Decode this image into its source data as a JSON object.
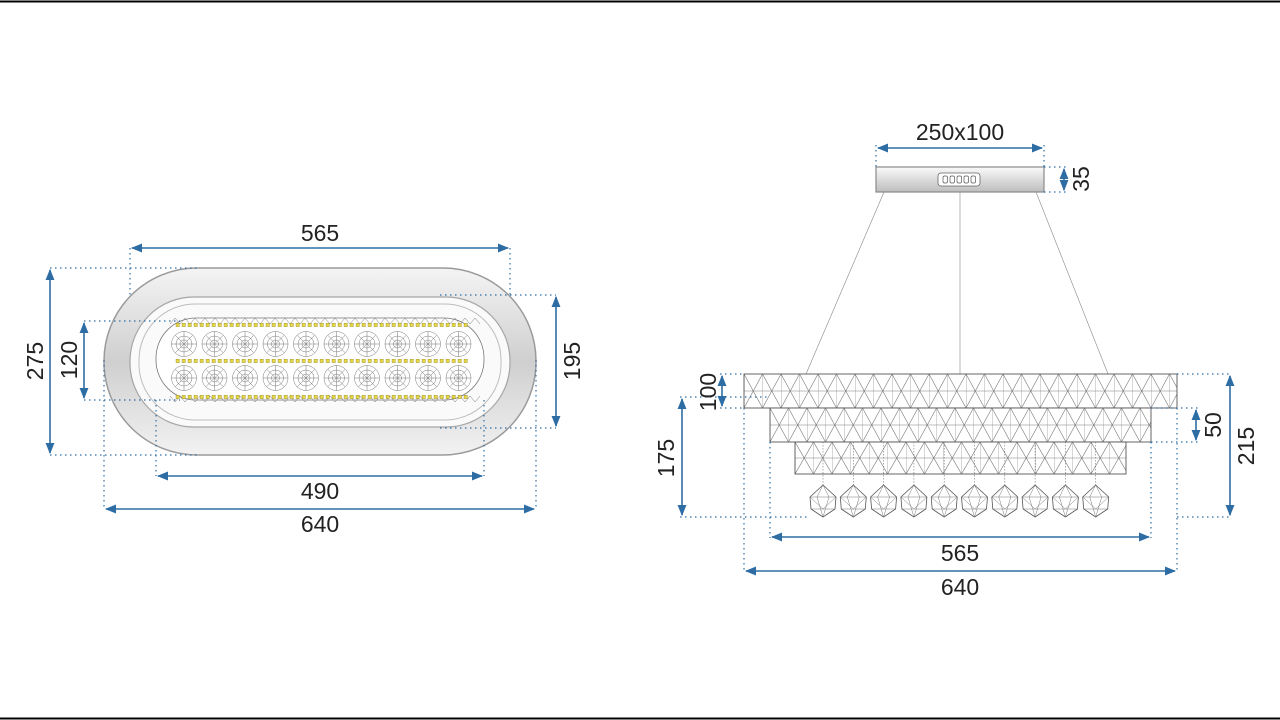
{
  "top_view": {
    "dims": {
      "length_outer": "640",
      "length_top": "565",
      "length_inner": "490",
      "height_outer": "275",
      "height_inner": "120",
      "height_right": "195"
    }
  },
  "side_view": {
    "dims": {
      "canopy_size": "250x100",
      "canopy_height": "35",
      "tier_width_top": "565",
      "tier_width_bottom": "640",
      "tier_height": "100",
      "tier_height_small": "50",
      "total_height_left": "175",
      "total_height_right": "215"
    }
  },
  "colors": {
    "dimension": "#2e6da4",
    "led": "#e6d64a",
    "frame": "#999999"
  }
}
